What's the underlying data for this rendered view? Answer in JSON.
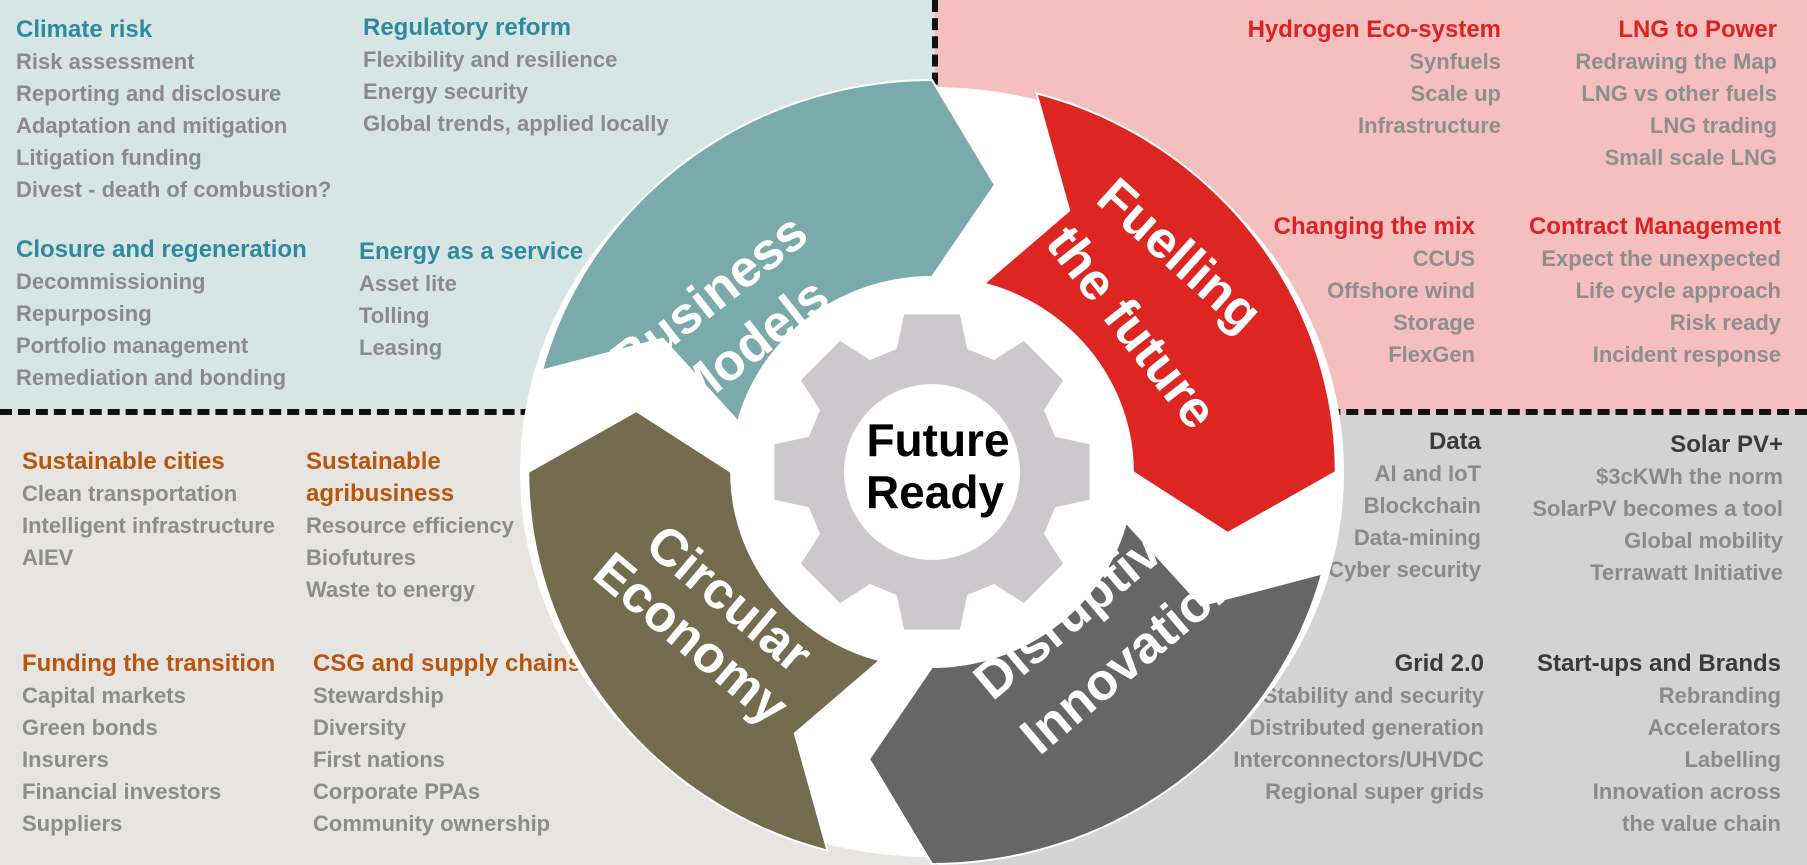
{
  "center": {
    "line1": "Future",
    "line2": "Ready"
  },
  "segments": {
    "business_models": {
      "line1": "Business",
      "line2": "Models",
      "color": "#7aabaa"
    },
    "fuelling_future": {
      "line1": "Fuelling",
      "line2": "the future",
      "color": "#dd2622"
    },
    "disruptive_innovation": {
      "line1": "Disruptive",
      "line2": "Innovation",
      "color": "#666666"
    },
    "circular_economy": {
      "line1": "Circular",
      "line2": "Economy",
      "color": "#746c4f"
    }
  },
  "top_left": {
    "climate_risk": {
      "title": "Climate risk",
      "items": [
        "Risk assessment",
        "Reporting and disclosure",
        "Adaptation and mitigation",
        "Litigation funding",
        "Divest - death of combustion?"
      ]
    },
    "regulatory_reform": {
      "title": "Regulatory reform",
      "items": [
        "Flexibility and resilience",
        "Energy security",
        "Global trends, applied locally"
      ]
    },
    "closure": {
      "title": "Closure and regeneration",
      "items": [
        "Decommissioning",
        "Repurposing",
        "Portfolio management",
        "Remediation and bonding"
      ]
    },
    "energy_service": {
      "title": "Energy as a service",
      "items": [
        "Asset lite",
        "Tolling",
        "Leasing"
      ]
    }
  },
  "top_right": {
    "hydrogen": {
      "title": "Hydrogen Eco-system",
      "items": [
        "Synfuels",
        "Scale up",
        "Infrastructure"
      ]
    },
    "lng": {
      "title": "LNG to Power",
      "items": [
        "Redrawing the Map",
        "LNG vs other fuels",
        "LNG trading",
        "Small scale LNG"
      ]
    },
    "mix": {
      "title": "Changing the mix",
      "items": [
        "CCUS",
        "Offshore wind",
        "Storage",
        "FlexGen"
      ]
    },
    "contract": {
      "title": "Contract Management",
      "items": [
        "Expect the unexpected",
        "Life cycle approach",
        "Risk ready",
        "Incident response"
      ]
    }
  },
  "bottom_left": {
    "cities": {
      "title": "Sustainable cities",
      "items": [
        "Clean transportation",
        "Intelligent infrastructure",
        "AIEV"
      ]
    },
    "agri": {
      "title_line1": "Sustainable",
      "title_line2": "agribusiness",
      "items": [
        "Resource efficiency",
        "Biofutures",
        "Waste to energy"
      ]
    },
    "funding": {
      "title": "Funding the transition",
      "items": [
        "Capital markets",
        "Green bonds",
        "Insurers",
        "Financial investors",
        "Suppliers"
      ]
    },
    "csg": {
      "title": "CSG and supply chains",
      "items": [
        "Stewardship",
        "Diversity",
        "First nations",
        "Corporate PPAs",
        "Community ownership"
      ]
    }
  },
  "bottom_right": {
    "data": {
      "title": "Data",
      "items": [
        "AI and  IoT",
        "Blockchain",
        "Data-mining",
        "Cyber security"
      ]
    },
    "solar": {
      "title": "Solar PV+",
      "items": [
        "$3cKWh the norm",
        "SolarPV becomes a tool",
        "Global mobility",
        "Terrawatt Initiative"
      ]
    },
    "grid": {
      "title": "Grid 2.0",
      "items": [
        "Stability and security",
        "Distributed generation",
        "Interconnectors/UHVDC",
        "Regional super grids"
      ]
    },
    "startups": {
      "title": "Start-ups and Brands",
      "items": [
        "Rebranding",
        "Accelerators",
        "Labelling",
        "Innovation across",
        "the value chain"
      ]
    }
  }
}
